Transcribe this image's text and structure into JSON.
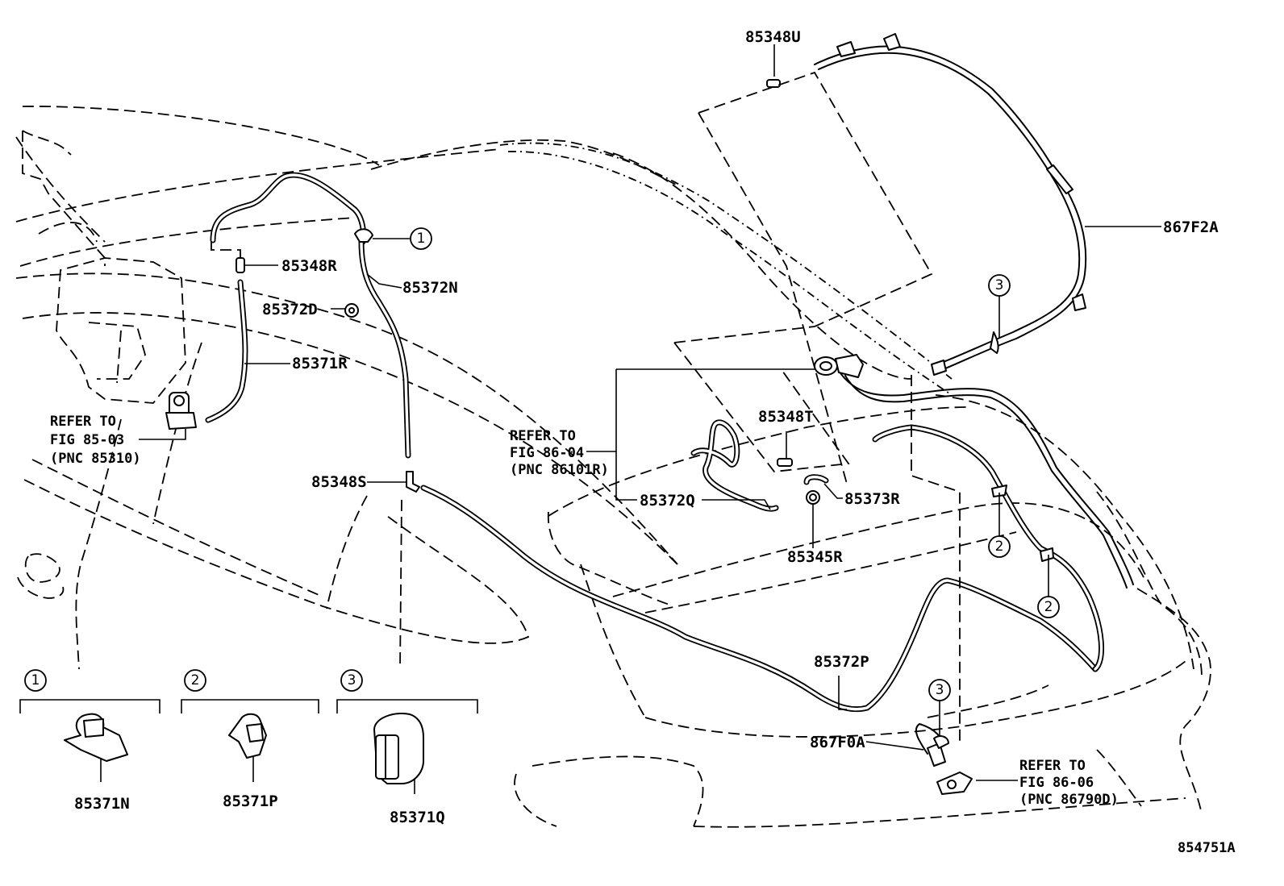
{
  "parts": {
    "p85348U": "85348U",
    "p867F2A": "867F2A",
    "p85348R": "85348R",
    "p85372N": "85372N",
    "p85372D": "85372D",
    "p85371R": "85371R",
    "p85348T": "85348T",
    "p85372Q": "85372Q",
    "p85373R": "85373R",
    "p85345R": "85345R",
    "p85348S": "85348S",
    "p85372P": "85372P",
    "p867F0A": "867F0A",
    "p85371N": "85371N",
    "p85371P": "85371P",
    "p85371Q": "85371Q"
  },
  "refs": {
    "fig8503": [
      "REFER TO",
      "FIG 85-03",
      "(PNC 85310)"
    ],
    "fig8604": [
      "REFER TO",
      "FIG 86-04",
      "(PNC 86101R)"
    ],
    "fig8606": [
      "REFER TO",
      "FIG 86-06",
      "(PNC 86790D)"
    ]
  },
  "callouts": {
    "c1": "1",
    "c2": "2",
    "c3": "3"
  },
  "illustration_id": "854751A"
}
